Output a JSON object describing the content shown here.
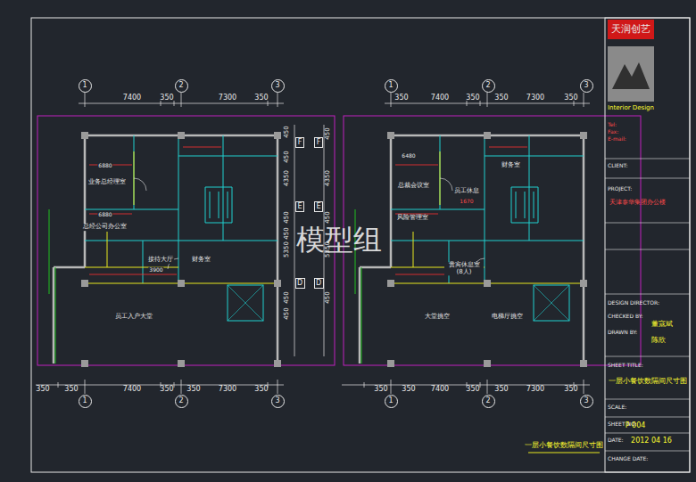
{
  "diagram": {
    "caption": "一层小餐饮数隔间尺寸图",
    "nodes": [
      {
        "text": [
          "1"
        ]
      },
      {
        "text": [
          "2"
        ]
      },
      {
        "text": [
          "3"
        ]
      },
      {
        "text": [
          "1"
        ]
      },
      {
        "text": [
          "2"
        ]
      },
      {
        "text": [
          "3"
        ]
      },
      {
        "text": [
          "1"
        ]
      },
      {
        "text": [
          "2"
        ]
      },
      {
        "text": [
          "3"
        ]
      },
      {
        "text": [
          "1"
        ]
      },
      {
        "text": [
          "2"
        ]
      },
      {
        "text": [
          "3"
        ]
      },
      {
        "text": [
          "F"
        ]
      },
      {
        "text": [
          "F"
        ]
      },
      {
        "text": [
          "E"
        ]
      },
      {
        "text": [
          "E"
        ]
      },
      {
        "text": [
          "D"
        ]
      },
      {
        "text": [
          "D"
        ]
      }
    ],
    "labels": [
      "7400",
      "350",
      "7300",
      "350",
      "350",
      "7400",
      "350",
      "350",
      "7300",
      "350",
      "350",
      "350",
      "7400",
      "350",
      "350",
      "7300",
      "350",
      "350",
      "350",
      "7400",
      "350",
      "350",
      "7300",
      "350",
      "450",
      "450",
      "4350",
      "450",
      "450",
      "5350",
      "450",
      "450",
      "450",
      "4350",
      "450",
      "5350",
      "450",
      "6880",
      "业务总经理室",
      "6880",
      "总经公司办公室",
      "接待大厅",
      "财务室",
      "员工入户大堂",
      "3900",
      "6480",
      "总裁会议室",
      "风险管理室",
      "财务室",
      "员工休息",
      "1670",
      "贵宾休息室 (8人)",
      "大堂挑空",
      "电梯厅挑空",
      "模型组",
      "天润创艺",
      "Interior Design",
      "Tel:",
      "Fax:",
      "E-mail:",
      "CLIENT:",
      "PROJECT:",
      "天津泰华集团办公楼",
      "DESIGN DIRECTOR:",
      "CHECKED BY:",
      "董寇斌",
      "DRAWN BY:",
      "陈欣",
      "SHEET TITLE:",
      "一层小餐饮数隔间尺寸图",
      "SCALE:",
      "SHEET NO:",
      "P 004",
      "DATE:",
      "2012 04 16",
      "CHANGE DATE:"
    ]
  }
}
